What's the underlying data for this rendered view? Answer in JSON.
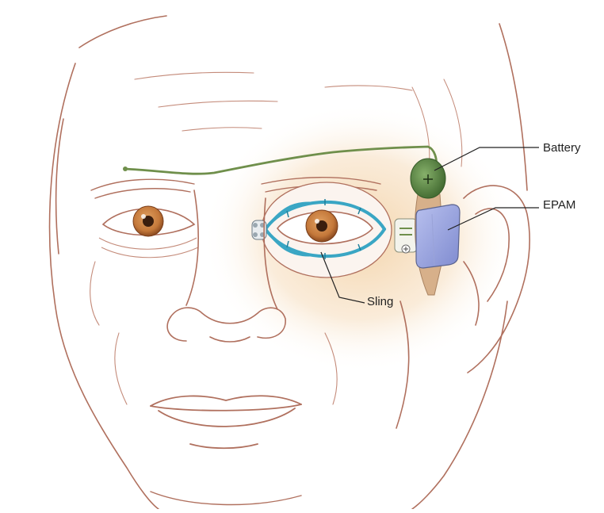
{
  "labels": {
    "battery": "Battery",
    "epam": "EPAM",
    "sling": "Sling"
  },
  "colors": {
    "background": "#ffffff",
    "sketch_line": "#b0705e",
    "iris": "#c4783a",
    "wire_green": "#6f8f4b",
    "battery_green": "#4f7a3c",
    "sling_blue": "#3aa6c4",
    "epam_blue": "#8e9ad8",
    "glow": "#f3d3a8"
  }
}
